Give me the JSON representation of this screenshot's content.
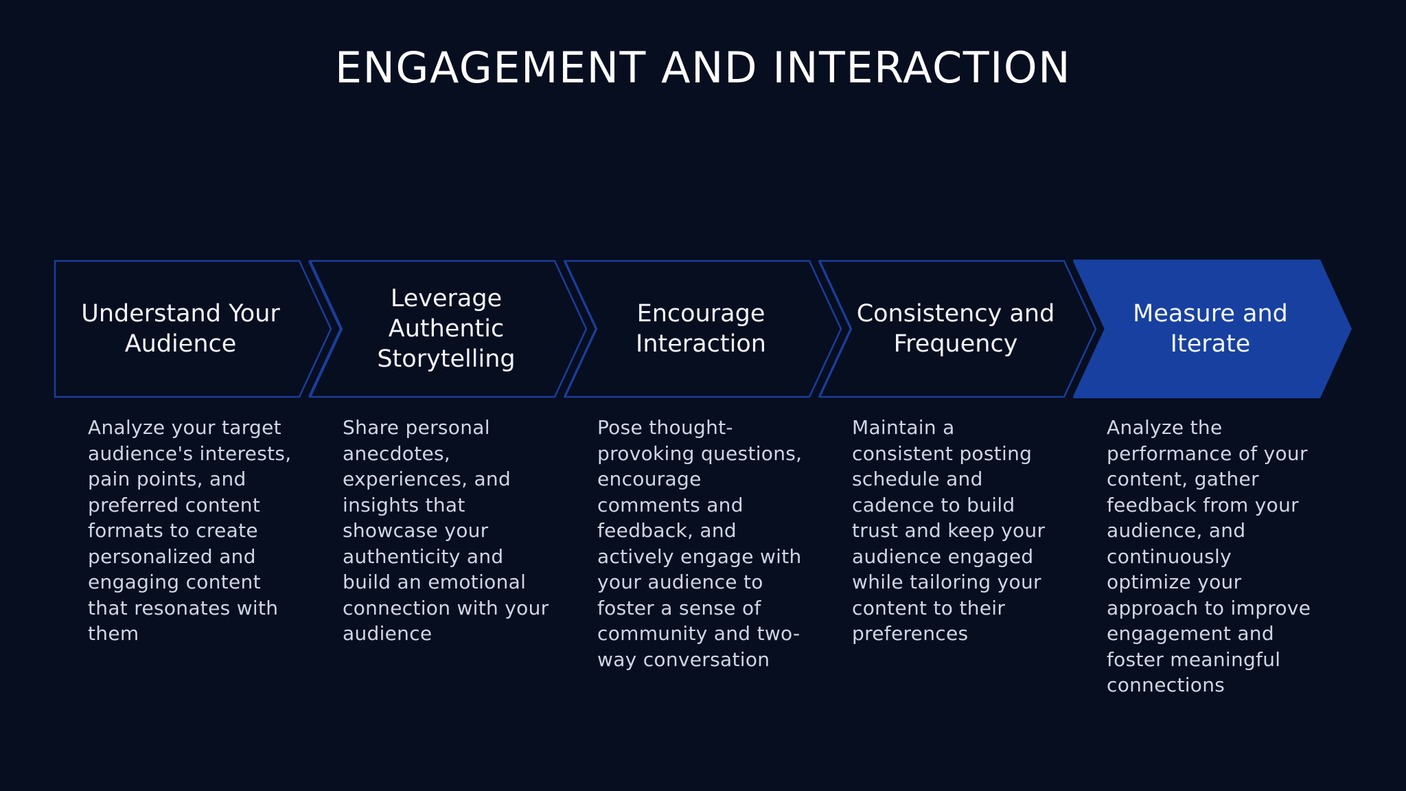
{
  "title": "ENGAGEMENT AND INTERACTION",
  "colors": {
    "background": "#070e20",
    "outline": "#1b3d9a",
    "active_fill": "#1740a0"
  },
  "steps": [
    {
      "label": "Understand Your Audience",
      "description": "Analyze your target audience's interests, pain points, and preferred content formats to create personalized and engaging content that resonates with them",
      "active": false
    },
    {
      "label": "Leverage Authentic Storytelling",
      "description": "Share personal anecdotes, experiences, and insights that showcase your authenticity and build an emotional connection with your audience",
      "active": false
    },
    {
      "label": "Encourage Interaction",
      "description": "Pose thought-provoking questions, encourage comments and feedback, and actively engage with your audience to foster a sense of community and two-way conversation",
      "active": false
    },
    {
      "label": "Consistency and Frequency",
      "description": "Maintain a consistent posting schedule and cadence to build trust and keep your audience engaged while tailoring your content to their preferences",
      "active": false
    },
    {
      "label": "Measure and Iterate",
      "description": "Analyze the performance of your content, gather feedback from your audience, and continuously optimize your approach to improve engagement and foster meaningful connections",
      "active": true
    }
  ]
}
